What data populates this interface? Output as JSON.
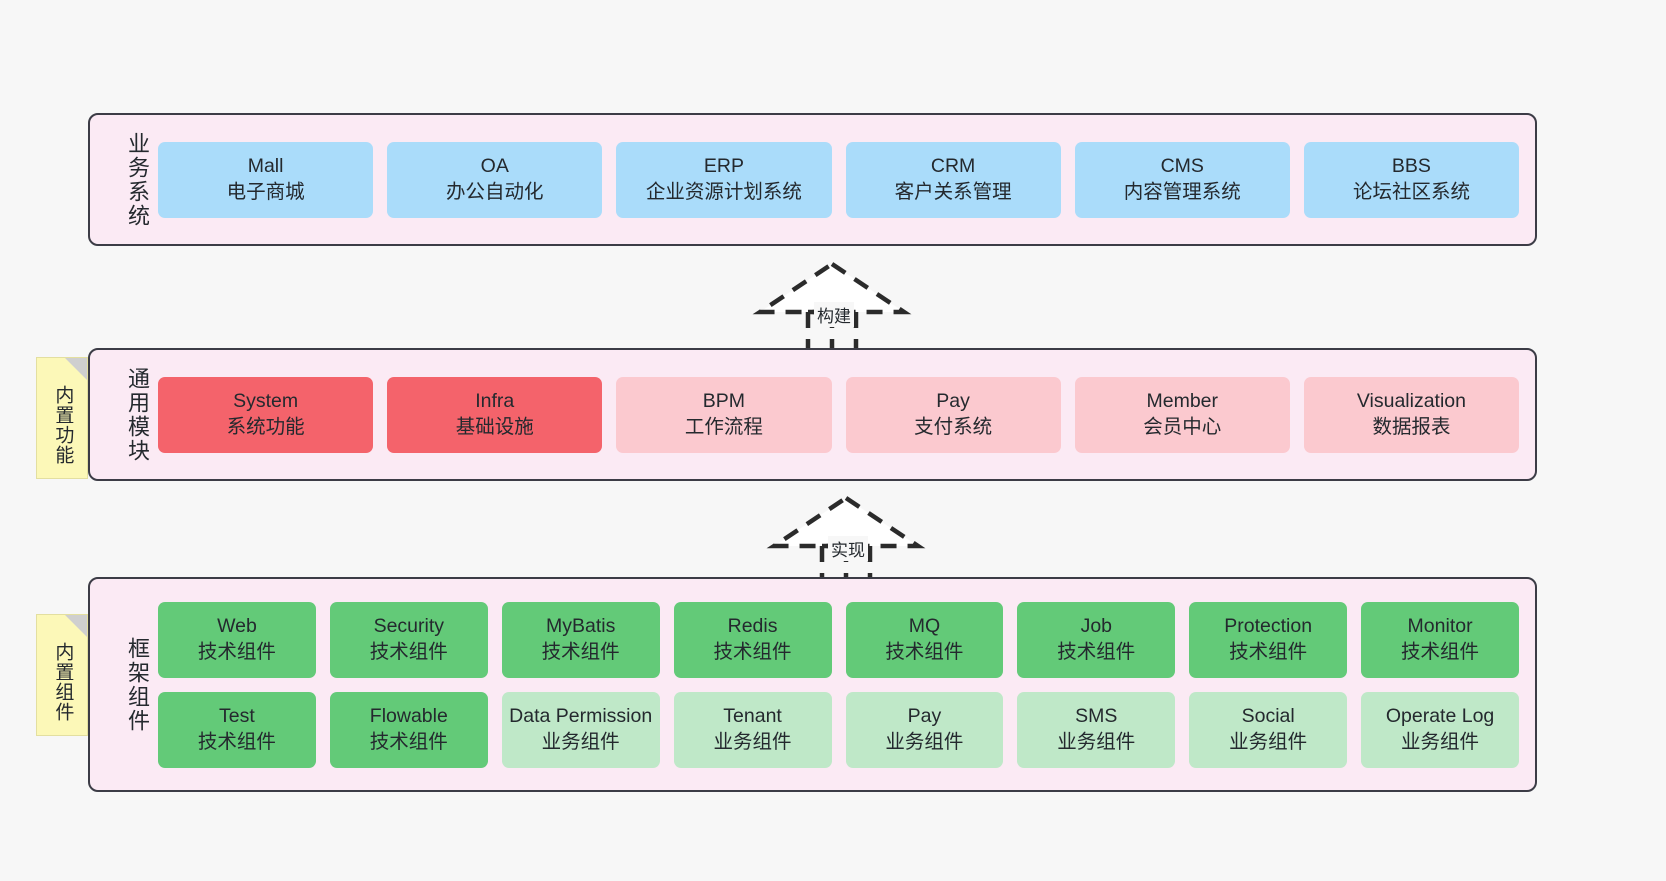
{
  "diagram": {
    "title_note_top": "内置功能",
    "title_note_bottom": "内置组件"
  },
  "layers": [
    {
      "id": "business-systems",
      "title": "业务系统",
      "rows": [
        [
          {
            "en": "Mall",
            "cn": "电子商城",
            "color": "#aadcfa"
          },
          {
            "en": "OA",
            "cn": "办公自动化",
            "color": "#aadcfa"
          },
          {
            "en": "ERP",
            "cn": "企业资源计划系统",
            "color": "#aadcfa"
          },
          {
            "en": "CRM",
            "cn": "客户关系管理",
            "color": "#aadcfa"
          },
          {
            "en": "CMS",
            "cn": "内容管理系统",
            "color": "#aadcfa"
          },
          {
            "en": "BBS",
            "cn": "论坛社区系统",
            "color": "#aadcfa"
          }
        ]
      ]
    },
    {
      "id": "common-modules",
      "title": "通用模块",
      "rows": [
        [
          {
            "en": "System",
            "cn": "系统功能",
            "color": "#f4636b"
          },
          {
            "en": "Infra",
            "cn": "基础设施",
            "color": "#f4636b"
          },
          {
            "en": "BPM",
            "cn": "工作流程",
            "color": "#fbc9cf"
          },
          {
            "en": "Pay",
            "cn": "支付系统",
            "color": "#fbc9cf"
          },
          {
            "en": "Member",
            "cn": "会员中心",
            "color": "#fbc9cf"
          },
          {
            "en": "Visualization",
            "cn": "数据报表",
            "color": "#fbc9cf"
          }
        ]
      ]
    },
    {
      "id": "framework-components",
      "title": "框架组件",
      "rows": [
        [
          {
            "en": "Web",
            "cn": "技术组件",
            "color": "#63ca78"
          },
          {
            "en": "Security",
            "cn": "技术组件",
            "color": "#63ca78"
          },
          {
            "en": "MyBatis",
            "cn": "技术组件",
            "color": "#63ca78"
          },
          {
            "en": "Redis",
            "cn": "技术组件",
            "color": "#63ca78"
          },
          {
            "en": "MQ",
            "cn": "技术组件",
            "color": "#63ca78"
          },
          {
            "en": "Job",
            "cn": "技术组件",
            "color": "#63ca78"
          },
          {
            "en": "Protection",
            "cn": "技术组件",
            "color": "#63ca78"
          },
          {
            "en": "Monitor",
            "cn": "技术组件",
            "color": "#63ca78"
          }
        ],
        [
          {
            "en": "Test",
            "cn": "技术组件",
            "color": "#63ca78"
          },
          {
            "en": "Flowable",
            "cn": "技术组件",
            "color": "#63ca78"
          },
          {
            "en": "Data Permission",
            "cn": "业务组件",
            "color": "#bfe8c8"
          },
          {
            "en": "Tenant",
            "cn": "业务组件",
            "color": "#bfe8c8"
          },
          {
            "en": "Pay",
            "cn": "业务组件",
            "color": "#bfe8c8"
          },
          {
            "en": "SMS",
            "cn": "业务组件",
            "color": "#bfe8c8"
          },
          {
            "en": "Social",
            "cn": "业务组件",
            "color": "#bfe8c8"
          },
          {
            "en": "Operate Log",
            "cn": "业务组件",
            "color": "#bfe8c8"
          }
        ]
      ]
    }
  ],
  "arrows": [
    {
      "id": "build-arrow",
      "label": "构建"
    },
    {
      "id": "implement-arrow",
      "label": "实现"
    }
  ],
  "colors": {
    "container_fill": "#fbeaf4",
    "container_border": "#3c3c46",
    "note_fill": "#fcf8b8",
    "background": "#f7f7f7"
  }
}
